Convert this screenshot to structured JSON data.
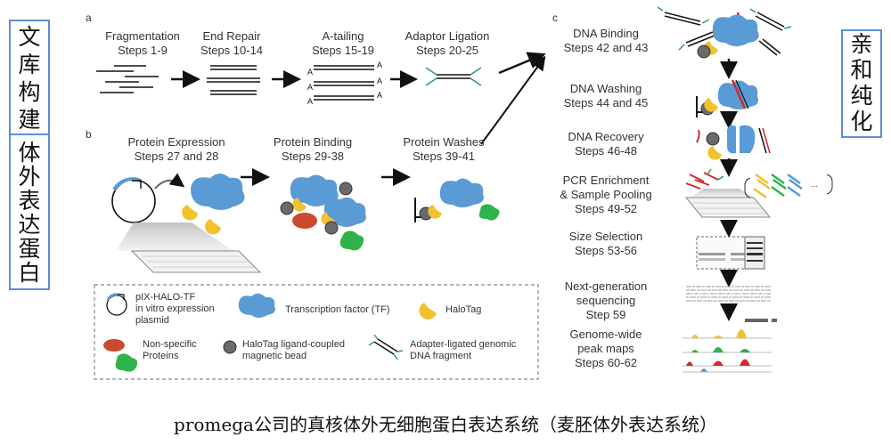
{
  "side_labels": {
    "left_top": [
      "文",
      "库",
      "构",
      "建"
    ],
    "left_bottom": [
      "体",
      "外",
      "表",
      "达",
      "蛋",
      "白"
    ],
    "right": [
      "亲",
      "和",
      "纯",
      "化"
    ]
  },
  "panels": {
    "a": {
      "letter": "a",
      "steps": [
        {
          "name": "Fragmentation",
          "steps": "Steps 1-9"
        },
        {
          "name": "End Repair",
          "steps": "Steps 10-14"
        },
        {
          "name": "A-tailing",
          "steps": "Steps 15-19"
        },
        {
          "name": "Adaptor Ligation",
          "steps": "Steps 20-25"
        }
      ],
      "a_letter": "A"
    },
    "b": {
      "letter": "b",
      "steps": [
        {
          "name": "Protein Expression",
          "steps": "Steps 27 and 28"
        },
        {
          "name": "Protein Binding",
          "steps": "Steps 29-38"
        },
        {
          "name": "Protein Washes",
          "steps": "Steps 39-41"
        }
      ]
    },
    "c": {
      "letter": "c",
      "steps": [
        {
          "lines": [
            "DNA Binding",
            "Steps 42 and 43"
          ]
        },
        {
          "lines": [
            "DNA Washing",
            "Steps 44 and 45"
          ]
        },
        {
          "lines": [
            "DNA Recovery",
            "Steps 46-48"
          ]
        },
        {
          "lines": [
            "PCR Enrichment",
            "& Sample Pooling",
            "Steps 49-52"
          ]
        },
        {
          "lines": [
            "Size Selection",
            "Steps 53-56"
          ]
        },
        {
          "lines": [
            "Next-generation",
            "sequencing",
            "Step 59"
          ]
        },
        {
          "lines": [
            "Genome-wide",
            "peak maps",
            "Steps 60-62"
          ]
        }
      ],
      "ellipsis": "..."
    }
  },
  "legend": {
    "plasmid": [
      "pIX-HALO-TF",
      "in vitro expression",
      "plasmid"
    ],
    "tf": "Transcription factor (TF)",
    "halotag": "HaloTag",
    "nonspecific": [
      "Non-specific",
      "Proteins"
    ],
    "bead": [
      "HaloTag ligand-coupled",
      "magnetic bead"
    ],
    "dna": [
      "Adapter-ligated genomic",
      "DNA fragment"
    ]
  },
  "caption": "promega公司的真核体外无细胞蛋白表达系统（麦胚体外表达系统）",
  "colors": {
    "label_border": "#5b8fd6",
    "tf_blue": "#5b9bd5",
    "halotag_yellow": "#f2c12e",
    "nonspecific_red": "#c94a2c",
    "nonspecific_green": "#2eb34a",
    "dna_green": "#3a8a5a",
    "dna_red": "#d62728",
    "bead_gray": "#606060"
  }
}
